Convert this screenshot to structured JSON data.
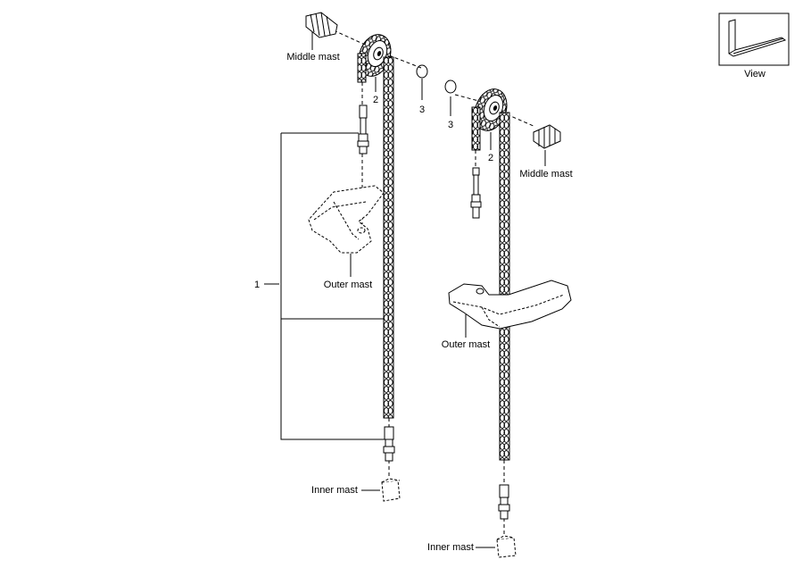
{
  "labels": {
    "view": "View",
    "item_1": "1",
    "item_2": "2",
    "item_3": "3",
    "middle_mast": "Middle mast",
    "outer_mast": "Outer mast",
    "inner_mast": "Inner mast"
  },
  "icons": {
    "view_thumbnail": "fork-view-icon"
  }
}
